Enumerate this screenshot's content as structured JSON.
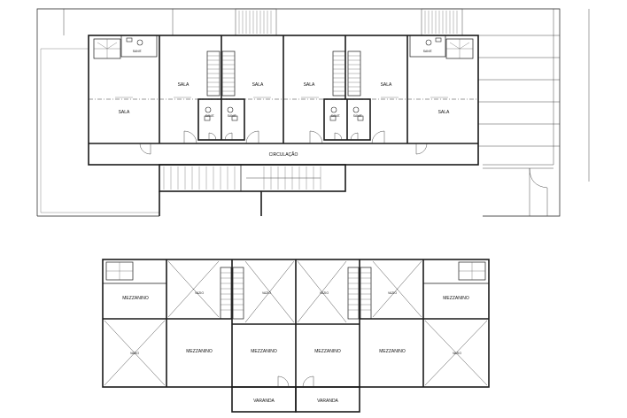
{
  "plan": {
    "ground_floor": {
      "labels": {
        "sala": "SALA",
        "sanit": "SANIT.",
        "circulacao": "CIRCULAÇÃO"
      }
    },
    "mezzanine_floor": {
      "labels": {
        "mezzanino": "MEZZANINO",
        "vazio": "VAZIO",
        "varanda": "VARANDA"
      }
    }
  }
}
